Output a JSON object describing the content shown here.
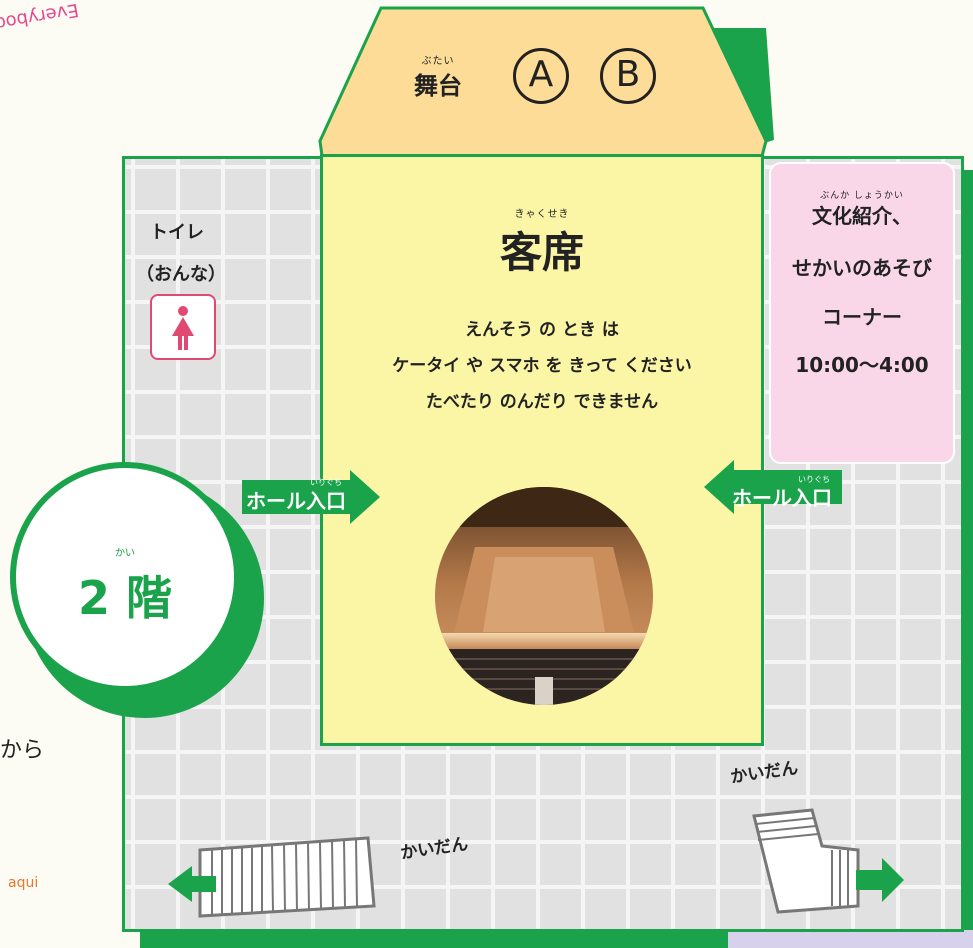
{
  "floor_badge": {
    "ruby": "かい",
    "label": "2 階"
  },
  "stage": {
    "ruby": "ぶたい",
    "label": "舞台",
    "circle_a": "Ⓐ",
    "circle_b": "Ⓑ"
  },
  "seats": {
    "ruby": "きゃくせき",
    "title": "客席",
    "notes": [
      "えんそう の とき は",
      "ケータイ や スマホ を きって ください",
      "たべたり のんだり できません"
    ]
  },
  "culture_corner": {
    "ruby": "ぶんか しょうかい",
    "lines": [
      "文化紹介、",
      "せかいのあそび",
      "コーナー",
      "10:00〜4:00"
    ]
  },
  "toilet": {
    "line1": "トイレ",
    "line2": "（おんな）",
    "icon": "female-toilet-icon"
  },
  "entrance_left": {
    "ruby": "いりぐち",
    "label": "ホール入口"
  },
  "entrance_right": {
    "ruby": "いりぐち",
    "label": "ホール入口"
  },
  "stairs_left": {
    "label": "かいだん"
  },
  "stairs_right": {
    "label": "かいだん"
  },
  "edge_text": {
    "everybody": "Everybod",
    "kara": "から",
    "aqui": "aqui"
  },
  "colors": {
    "green": "#1aa34a",
    "stage": "#fcdc96",
    "seats": "#fbf5a6",
    "culture": "#f9d7e8",
    "toilet": "#e04a72"
  }
}
